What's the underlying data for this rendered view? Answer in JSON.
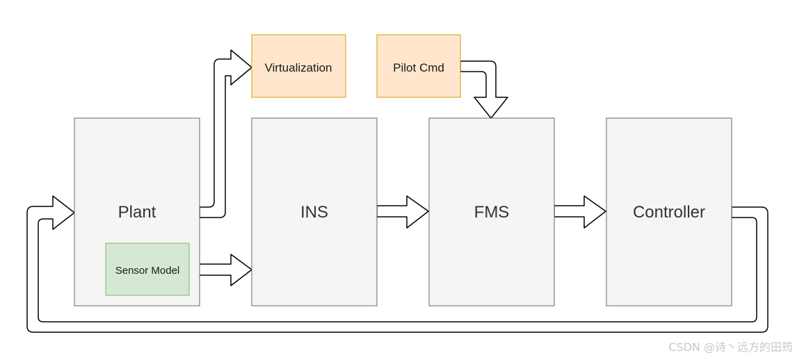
{
  "diagram": {
    "blocks": {
      "plant": "Plant",
      "sensor_model": "Sensor Model",
      "ins": "INS",
      "fms": "FMS",
      "controller": "Controller",
      "virtualization": "Virtualization",
      "pilot_cmd": "Pilot Cmd"
    },
    "colors": {
      "main_fill": "#f5f5f5",
      "main_stroke": "#666666",
      "orange_fill": "#ffe6cc",
      "orange_stroke": "#d79b00",
      "green_fill": "#d5e8d4",
      "green_stroke": "#82b366",
      "arrow_stroke": "#000000"
    }
  },
  "watermark": "CSDN @诗丶远方的田筠"
}
